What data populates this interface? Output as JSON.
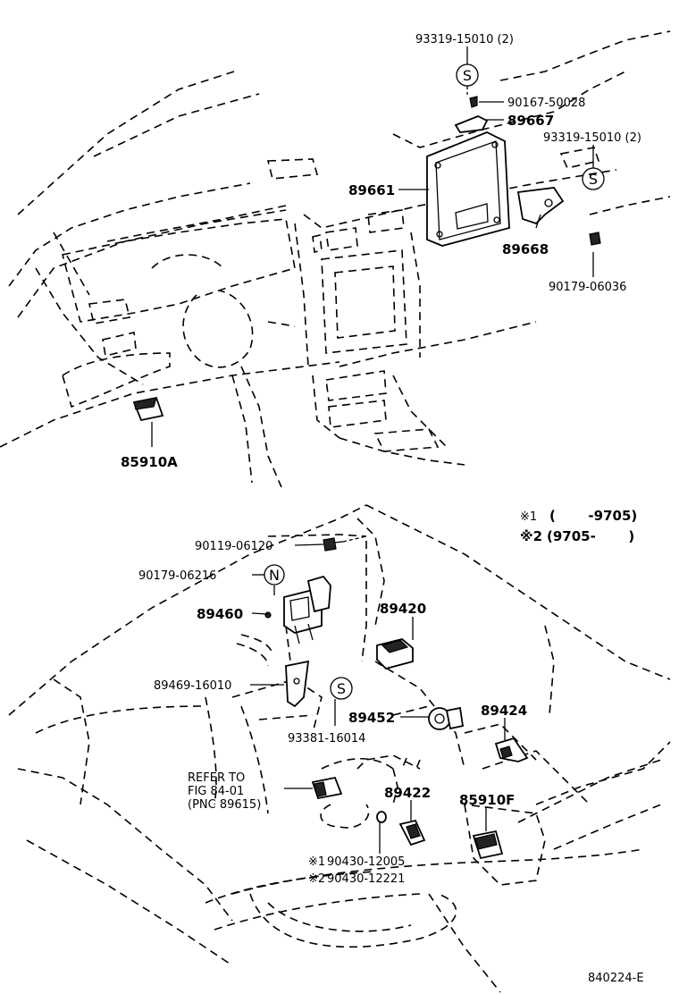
{
  "diagram": {
    "drawing_no": "840224-E",
    "legend": {
      "note1_mark": "※1",
      "note1_range": "(       -9705)",
      "note2_mark": "※2",
      "note2_range": "(9705-       )"
    },
    "symbols": {
      "s": "S",
      "n": "N"
    },
    "upper": {
      "bolt_top": "93319-15010 (2)",
      "bolt_right": "93319-15010 (2)",
      "screw": "90167-50028",
      "bracket_top": "89667",
      "ecu": "89661",
      "bracket_right": "89668",
      "nut": "90179-06036",
      "relay": "85910A"
    },
    "lower": {
      "bolt": "90119-06120",
      "nut": "90179-06216",
      "vsv": "89460",
      "bracket": "89469-16010",
      "screw": "93381-16014",
      "map_sensor": "89420",
      "knock_sensor": "89452",
      "temp_sensor": "89424",
      "relay": "85910F",
      "water_sensor": "89422",
      "refer_line1": "REFER TO",
      "refer_line2": "FIG 84-01",
      "refer_line3": "(PNC 89615)",
      "gasket_1_mark": "※1",
      "gasket_1": "90430-12005",
      "gasket_2_mark": "※2",
      "gasket_2": "90430-12221"
    }
  }
}
